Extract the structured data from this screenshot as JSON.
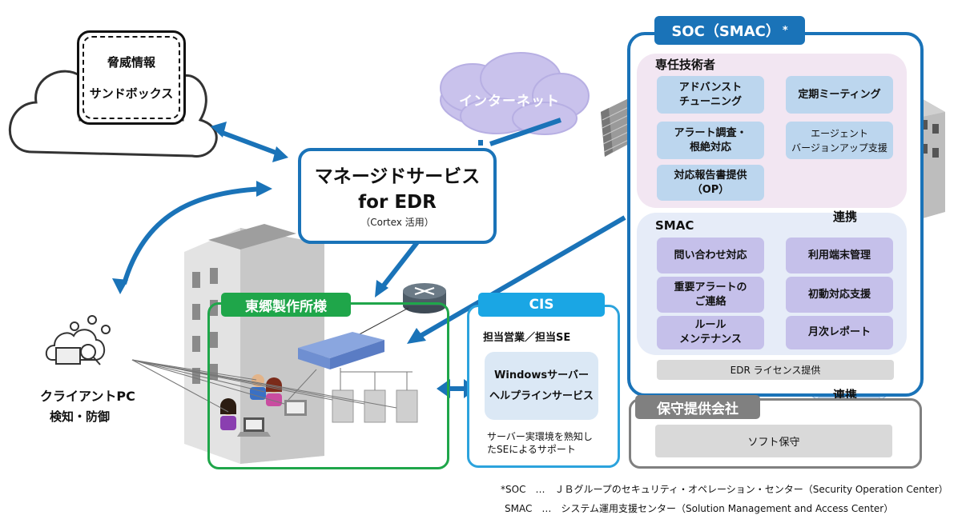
{
  "threat": {
    "line1": "脅威情報",
    "line2": "サンドボックス"
  },
  "managed_service": {
    "line1": "マネージドサービス",
    "line2": "for EDR",
    "sub": "（Cortex 活用）"
  },
  "internet": {
    "label": "インターネット"
  },
  "soc": {
    "title": "SOC（SMAC）",
    "title_mark": "*",
    "dedicated": {
      "label": "専任技術者",
      "items": [
        {
          "l1": "アドバンスト",
          "l2": "チューニング"
        },
        {
          "l1": "定期ミーティング",
          "l2": ""
        },
        {
          "l1": "アラート調査・",
          "l2": "根絶対応"
        },
        {
          "l1": "エージェント",
          "l2": "バージョンアップ支援"
        },
        {
          "l1": "対応報告書提供",
          "l2": "（OP）"
        }
      ]
    },
    "link_label": "連携",
    "smac": {
      "label": "SMAC",
      "items": [
        {
          "l1": "問い合わせ対応",
          "l2": ""
        },
        {
          "l1": "利用端末管理",
          "l2": ""
        },
        {
          "l1": "重要アラートの",
          "l2": "ご連絡"
        },
        {
          "l1": "初動対応支援",
          "l2": ""
        },
        {
          "l1": "ルール",
          "l2": "メンテナンス"
        },
        {
          "l1": "月次レポート",
          "l2": ""
        }
      ]
    },
    "license": "EDR ライセンス提供"
  },
  "maintenance": {
    "link_label": "連携",
    "title": "保守提供会社",
    "item": "ソフト保守"
  },
  "customer": {
    "title": "東郷製作所様"
  },
  "cis": {
    "title": "CIS",
    "staff": "担当営業／担当SE",
    "box_l1": "Windowsサーバー",
    "box_l2": "ヘルプラインサービス",
    "note_l1": "サーバー実環境を熟知し",
    "note_l2": "たSEによるサポート"
  },
  "client": {
    "line1": "クライアントPC",
    "line2": "検知・防御"
  },
  "footnotes": [
    "*SOC　…　ＪＢグループのセキュリティ・オペレーション・センター（Security Operation Center）",
    "SMAC　…　システム運用支援センター（Solution Management and Access Center）"
  ],
  "colors": {
    "blue": "#1a73b8",
    "green": "#1fa64a",
    "cyan": "#1aa6e4",
    "gray": "#808080"
  }
}
